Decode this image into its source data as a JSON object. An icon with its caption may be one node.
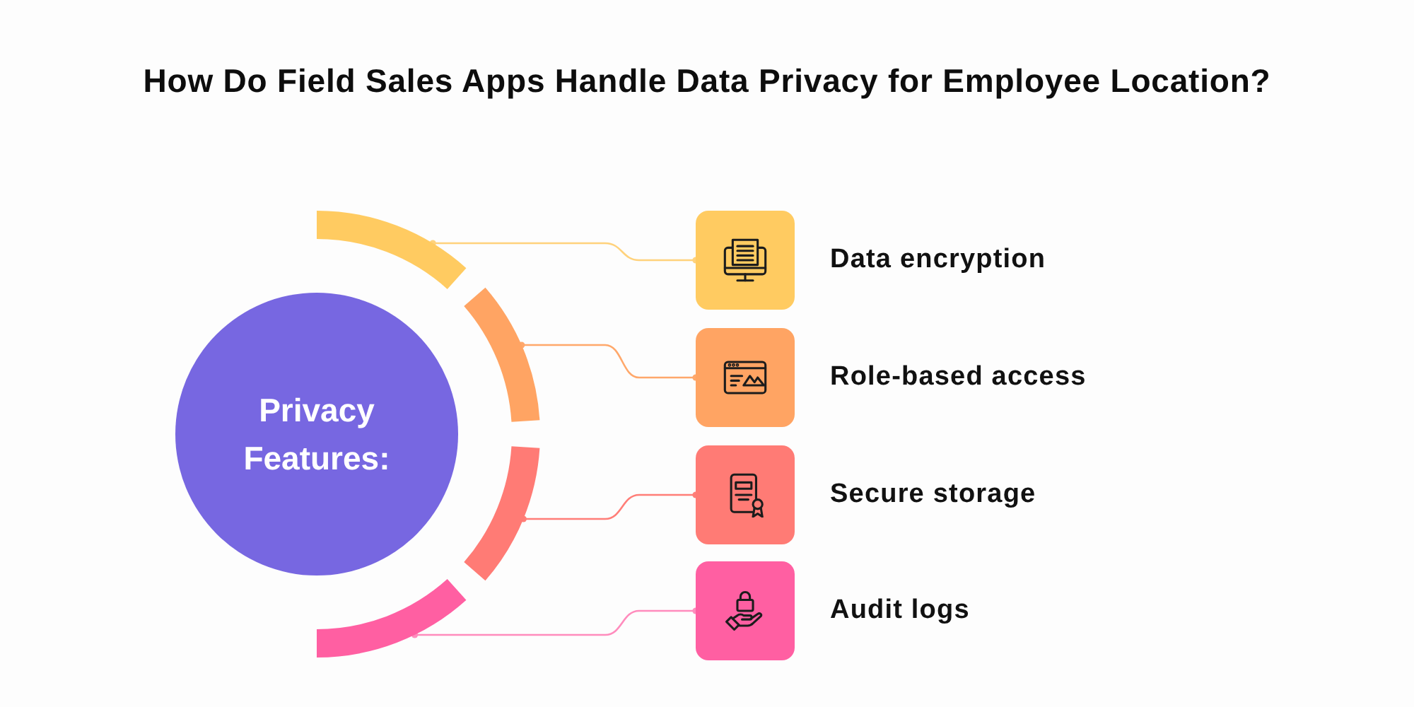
{
  "diagram": {
    "title": "How Do Field Sales Apps Handle Data Privacy for Employee Location?",
    "nodes": [
      {
        "text": [
          "Privacy Features:"
        ]
      },
      {
        "text": [],
        "shape": "arc"
      },
      {
        "text": [],
        "shape": "arc"
      },
      {
        "text": [],
        "shape": "arc"
      },
      {
        "text": [],
        "shape": "arc"
      },
      {
        "text": [
          "Data encryption"
        ]
      },
      {
        "text": [
          "Role-based access"
        ]
      },
      {
        "text": [
          "Secure storage"
        ]
      },
      {
        "text": [
          "Audit logs"
        ]
      }
    ],
    "edges": [
      {
        "from": 1,
        "to": 5,
        "arrow": "other",
        "color": "#ffd27c"
      },
      {
        "from": 2,
        "to": 6,
        "arrow": "other",
        "color": "#ffa86b"
      },
      {
        "from": 3,
        "to": 7,
        "arrow": "other",
        "color": "#ff7e78"
      },
      {
        "from": 4,
        "to": 8,
        "arrow": "other",
        "color": "#ff8cbd"
      }
    ]
  }
}
